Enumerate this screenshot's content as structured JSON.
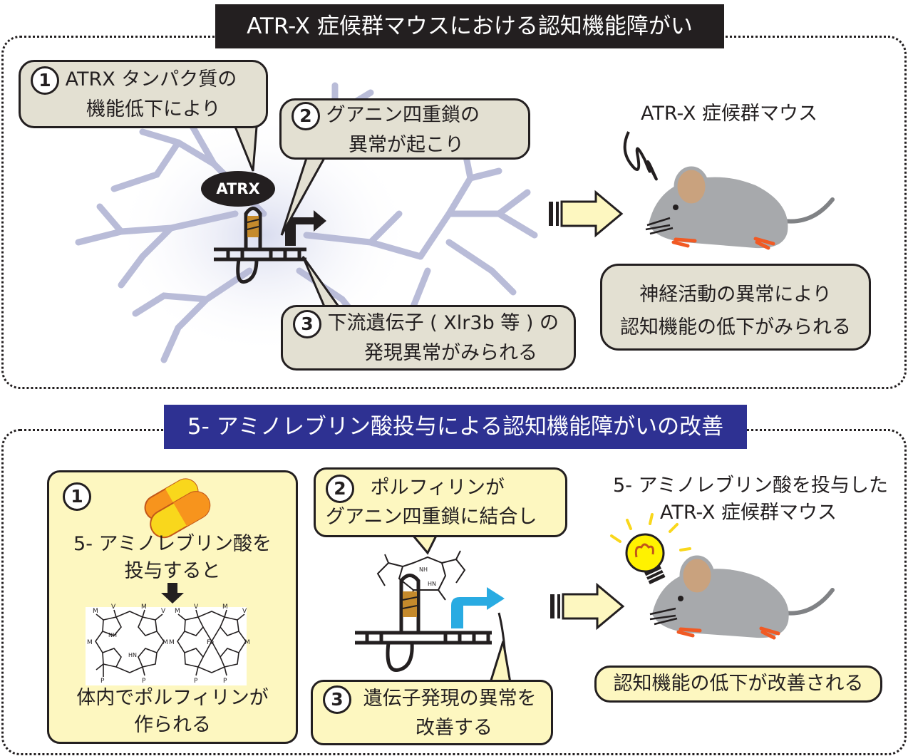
{
  "top": {
    "banner": "ATR-X 症候群マウスにおける認知機能障がい",
    "bubble1": {
      "num": "1",
      "line1": "ATRX タンパク質の",
      "line2": "機能低下により"
    },
    "bubble2": {
      "num": "2",
      "line1": "グアニン四重鎖の",
      "line2": "異常が起こり"
    },
    "bubble3": {
      "num": "3",
      "line1": "下流遺伝子 ( Xlr3b 等 ) の",
      "line2": "発現異常がみられる"
    },
    "atrx_label": "ATRX",
    "mouse_title": "ATR-X 症候群マウス",
    "result": {
      "line1": "神経活動の異常により",
      "line2": "認知機能の低下がみられる"
    }
  },
  "bottom": {
    "banner": "5- アミノレブリン酸投与による認知機能障がいの改善",
    "step1": {
      "num": "1",
      "line1": "5- アミノレブリン酸を",
      "line2": "投与すると",
      "line3": "体内でポルフィリンが",
      "line4": "作られる"
    },
    "step2": {
      "num": "2",
      "line1": "ポルフィリンが",
      "line2": "グアニン四重鎖に結合し"
    },
    "step3": {
      "num": "3",
      "line1": "遺伝子発現の異常を",
      "line2": "改善する"
    },
    "porphyrin_labels": {
      "fe": "Fe",
      "nh": "NH",
      "hn": "HN"
    },
    "mouse_title": {
      "line1": "5- アミノレブリン酸を投与した",
      "line2": "ATR-X 症候群マウス"
    },
    "result": "認知機能の低下が改善される"
  },
  "colors": {
    "top_banner": "#231f20",
    "bottom_banner": "#2e3192",
    "bubble_fill": "#e3e0d2",
    "yellow_box": "#fdf7c0",
    "neuron": "#b9bcd8",
    "mouse": "#a7a9ac",
    "ear": "#c9a27e",
    "feet": "#f15a24",
    "blue_arrow": "#29abe2",
    "pill_orange": "#f7941d",
    "pill_yellow": "#f9d71c",
    "bulb": "#fff200"
  }
}
